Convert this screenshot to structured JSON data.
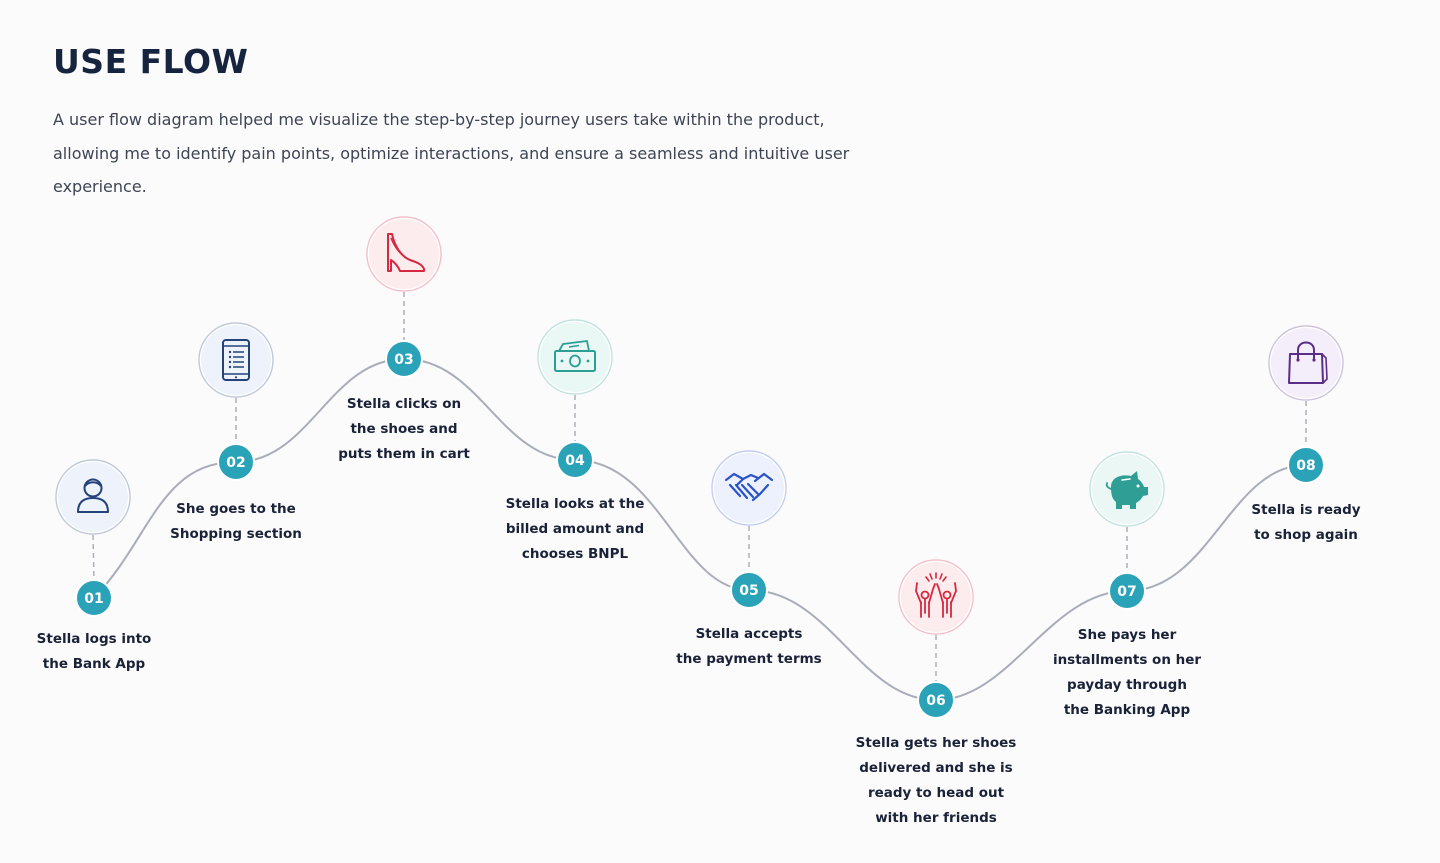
{
  "header": {
    "title": "USE FLOW",
    "description": "A user flow diagram helped me visualize the step-by-step journey users take within the product, allowing me to identify pain points, optimize interactions, and ensure a seamless and intuitive user experience."
  },
  "colors": {
    "path": "#a9adba",
    "step_number_fill": "#2aa3b8",
    "title": "#16243f"
  },
  "steps": [
    {
      "number": "01",
      "label": "Stella logs into\nthe Bank App",
      "icon": "user-icon",
      "icon_color": "#24437a",
      "icon_bg": "#eef2fa"
    },
    {
      "number": "02",
      "label": "She goes to the\nShopping section",
      "icon": "tablet-list-icon",
      "icon_color": "#24437a",
      "icon_bg": "#eef2fa"
    },
    {
      "number": "03",
      "label": "Stella clicks on\nthe shoes and\nputs them in cart",
      "icon": "high-heel-shoe-icon",
      "icon_color": "#d6283f",
      "icon_bg": "#fdecee"
    },
    {
      "number": "04",
      "label": "Stella looks at the\nbilled amount and\nchooses BNPL",
      "icon": "cash-icon",
      "icon_color": "#2b9f95",
      "icon_bg": "#e9f7f5"
    },
    {
      "number": "05",
      "label": "Stella accepts\nthe payment terms",
      "icon": "handshake-icon",
      "icon_color": "#2a52c9",
      "icon_bg": "#edf1fd"
    },
    {
      "number": "06",
      "label": "Stella gets her shoes\ndelivered and she is\nready to head out\nwith her friends",
      "icon": "high-five-icon",
      "icon_color": "#d6283f",
      "icon_bg": "#fdecee"
    },
    {
      "number": "07",
      "label": "She pays her\ninstallments on her\npayday through\nthe Banking App",
      "icon": "piggy-bank-icon",
      "icon_color": "#2f9f96",
      "icon_bg": "#eaf7f5"
    },
    {
      "number": "08",
      "label": "Stella is ready\nto shop again",
      "icon": "shopping-bag-icon",
      "icon_color": "#5a2e86",
      "icon_bg": "#f3eefa"
    }
  ]
}
